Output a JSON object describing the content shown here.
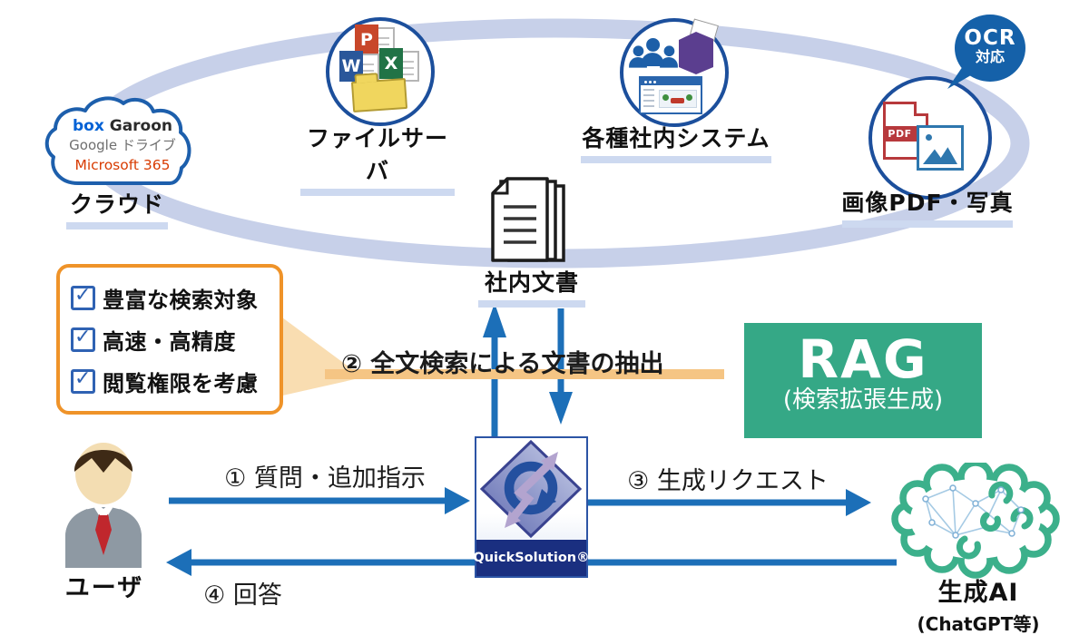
{
  "cloud": {
    "brand_box": "box",
    "brand_garoon": "Garoon",
    "line2": "Google ドライブ",
    "line3": "Microsoft 365",
    "label": "クラウド"
  },
  "fileserver": {
    "label": "ファイルサーバ",
    "tile_p": "P",
    "tile_w": "W",
    "tile_x": "X"
  },
  "systems": {
    "label": "各種社内システム"
  },
  "images": {
    "label": "画像PDF・写真",
    "ocr_line1": "OCR",
    "ocr_line2": "対応",
    "pdf_label": "PDF"
  },
  "docs": {
    "label": "社内文書"
  },
  "features": {
    "check": "✓",
    "items": [
      "豊富な検索対象",
      "高速・高精度",
      "閲覧権限を考慮"
    ]
  },
  "steps": {
    "s1": "① 質問・追加指示",
    "s2": "② 全文検索による文書の抽出",
    "s3": "③ 生成リクエスト",
    "s4": "④ 回答"
  },
  "rag": {
    "title": "RAG",
    "subtitle": "(検索拡張生成)"
  },
  "user": {
    "label": "ユーザ"
  },
  "ai": {
    "label": "生成AI",
    "sub": "(ChatGPT等)"
  },
  "qs": {
    "label": "QuickSolution®"
  },
  "colors": {
    "arrow_blue": "#1c6fb8",
    "node_border": "#1c4f9c",
    "ring_lavender": "#c7d0e9",
    "callout_orange": "#ef9329",
    "highlight_peach": "#f5c584",
    "rag_green": "#35a886",
    "qs_navy": "#1a2f80",
    "brain_green": "#3cb08b",
    "ocr_blue": "#1561a9"
  }
}
